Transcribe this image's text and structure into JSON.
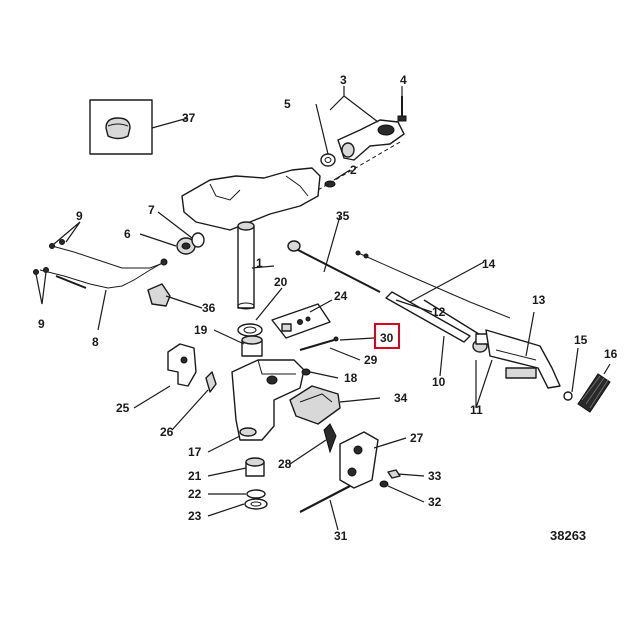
{
  "diagram": {
    "drawing_number": "38263",
    "highlighted_callout": "30",
    "callouts": [
      {
        "id": "c1",
        "text": "1"
      },
      {
        "id": "c2",
        "text": "2"
      },
      {
        "id": "c3",
        "text": "3"
      },
      {
        "id": "c4",
        "text": "4"
      },
      {
        "id": "c5",
        "text": "5"
      },
      {
        "id": "c6",
        "text": "6"
      },
      {
        "id": "c7",
        "text": "7"
      },
      {
        "id": "c8",
        "text": "8"
      },
      {
        "id": "c9a",
        "text": "9"
      },
      {
        "id": "c9b",
        "text": "9"
      },
      {
        "id": "c10",
        "text": "10"
      },
      {
        "id": "c11",
        "text": "11"
      },
      {
        "id": "c12",
        "text": "12"
      },
      {
        "id": "c13",
        "text": "13"
      },
      {
        "id": "c14",
        "text": "14"
      },
      {
        "id": "c15",
        "text": "15"
      },
      {
        "id": "c16",
        "text": "16"
      },
      {
        "id": "c17",
        "text": "17"
      },
      {
        "id": "c18",
        "text": "18"
      },
      {
        "id": "c19",
        "text": "19"
      },
      {
        "id": "c20",
        "text": "20"
      },
      {
        "id": "c21",
        "text": "21"
      },
      {
        "id": "c22",
        "text": "22"
      },
      {
        "id": "c23",
        "text": "23"
      },
      {
        "id": "c24",
        "text": "24"
      },
      {
        "id": "c25",
        "text": "25"
      },
      {
        "id": "c26",
        "text": "26"
      },
      {
        "id": "c27",
        "text": "27"
      },
      {
        "id": "c28",
        "text": "28"
      },
      {
        "id": "c29",
        "text": "29"
      },
      {
        "id": "c30",
        "text": "30"
      },
      {
        "id": "c31",
        "text": "31"
      },
      {
        "id": "c32",
        "text": "32"
      },
      {
        "id": "c33",
        "text": "33"
      },
      {
        "id": "c34",
        "text": "34"
      },
      {
        "id": "c35",
        "text": "35"
      },
      {
        "id": "c36",
        "text": "36"
      },
      {
        "id": "c37",
        "text": "37"
      }
    ],
    "colors": {
      "line": "#1a1a1a",
      "highlight": "#e0001b",
      "background": "#ffffff"
    }
  }
}
